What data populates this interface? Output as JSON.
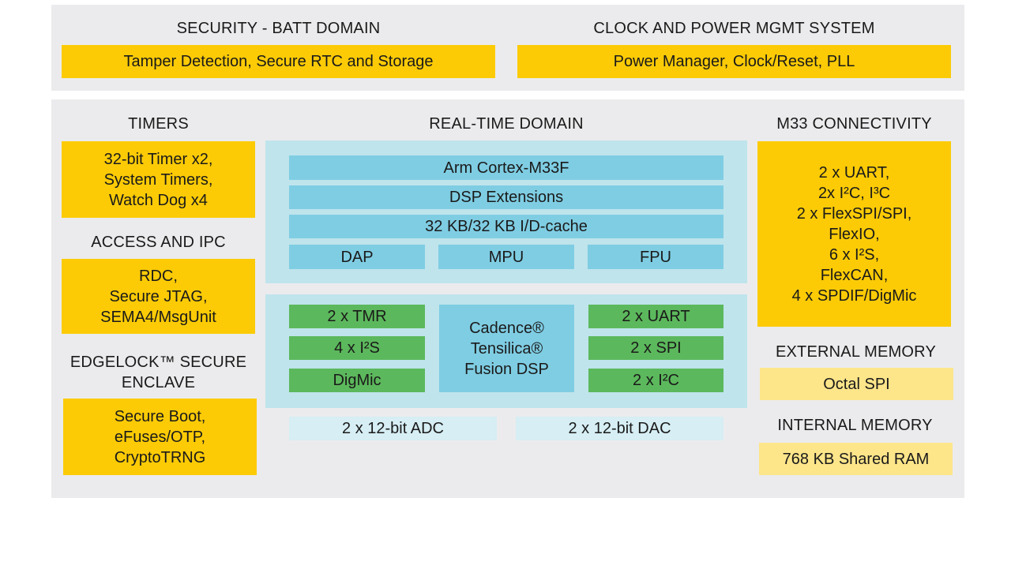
{
  "security": {
    "title": "SECURITY - BATT DOMAIN",
    "box": "Tamper Detection, Secure RTC and Storage"
  },
  "clock": {
    "title": "CLOCK AND POWER MGMT SYSTEM",
    "box": "Power Manager, Clock/Reset, PLL"
  },
  "timers": {
    "title": "TIMERS",
    "lines": [
      "32-bit Timer x2,",
      "System Timers,",
      "Watch Dog x4"
    ]
  },
  "access": {
    "title": "ACCESS AND IPC",
    "lines": [
      "RDC,",
      "Secure JTAG,",
      "SEMA4/MsgUnit"
    ]
  },
  "edgelock": {
    "title_line1": "EDGELOCK™ SECURE",
    "title_line2": "ENCLAVE",
    "lines": [
      "Secure Boot,",
      "eFuses/OTP,",
      "CryptoTRNG"
    ]
  },
  "realtime": {
    "title": "REAL-TIME DOMAIN",
    "core": "Arm Cortex-M33F",
    "dsp_ext": "DSP Extensions",
    "cache": "32 KB/32 KB I/D-cache",
    "dap": "DAP",
    "mpu": "MPU",
    "fpu": "FPU",
    "left_periph": [
      "2 x TMR",
      "4 x I²S",
      "DigMic"
    ],
    "right_periph": [
      "2 x UART",
      "2 x SPI",
      "2 x I²C"
    ],
    "dsp_lines": [
      "Cadence®",
      "Tensilica®",
      "Fusion DSP"
    ],
    "adc": "2 x 12-bit ADC",
    "dac": "2 x 12-bit DAC"
  },
  "m33": {
    "title": "M33 CONNECTIVITY",
    "lines": [
      "2 x UART,",
      "2x I²C, I³C",
      "2 x FlexSPI/SPI,",
      "FlexIO,",
      "6 x I²S,",
      "FlexCAN,",
      "4 x SPDIF/DigMic"
    ]
  },
  "external": {
    "title": "EXTERNAL MEMORY",
    "box": "Octal SPI"
  },
  "internal": {
    "title": "INTERNAL MEMORY",
    "box": "768 KB Shared RAM"
  }
}
